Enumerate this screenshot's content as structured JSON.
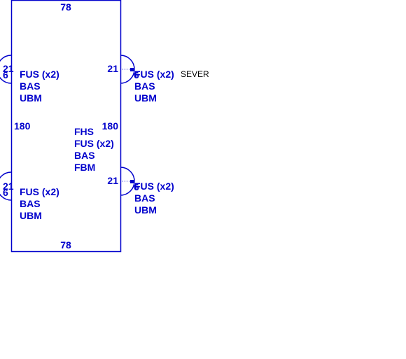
{
  "colors": {
    "primary": "#0000cc",
    "note": "#000000",
    "background": "#ffffff"
  },
  "panel": {
    "top_dimension": "78",
    "bottom_dimension": "78",
    "left_dimension": "180",
    "right_dimension": "180",
    "center_features": [
      "FHS",
      "FUS (x2)",
      "BAS",
      "FBM"
    ]
  },
  "hinges": {
    "left_upper": {
      "number": "21",
      "sub_number": "6",
      "features": [
        "FUS (x2)",
        "BAS",
        "UBM"
      ]
    },
    "left_lower": {
      "number": "21",
      "sub_number": "6",
      "features": [
        "FUS (x2)",
        "BAS",
        "UBM"
      ]
    },
    "right_upper": {
      "number": "21",
      "sub_number": "6",
      "features": [
        "FUS (x2)",
        "BAS",
        "UBM"
      ],
      "note": "SEVER"
    },
    "right_lower": {
      "number": "21",
      "sub_number": "6",
      "features": [
        "FUS (x2)",
        "BAS",
        "UBM"
      ]
    }
  }
}
